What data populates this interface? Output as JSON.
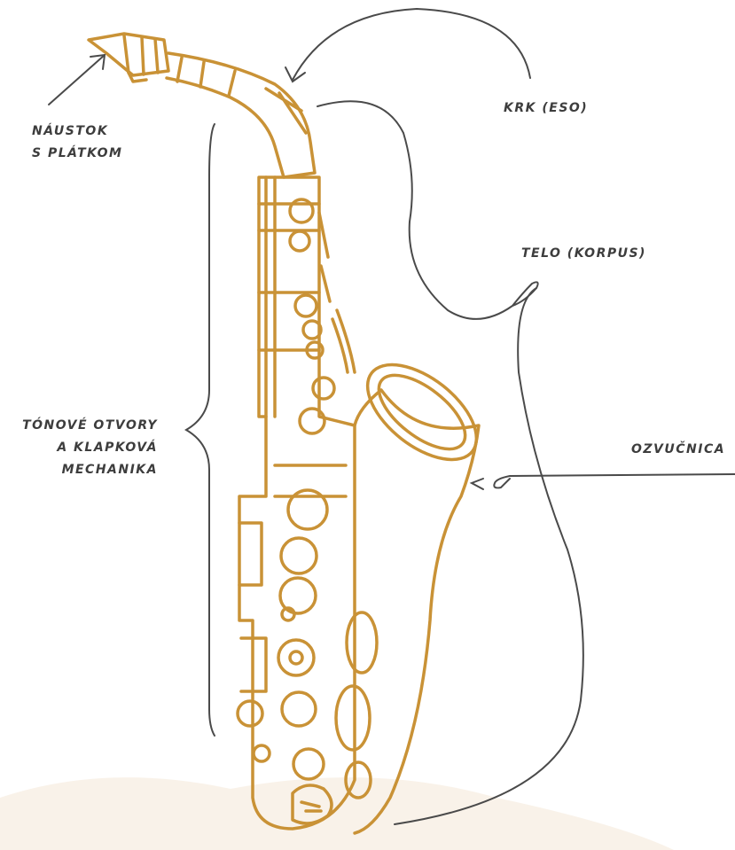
{
  "labels": {
    "mouthpiece": [
      "NÁUSTOK",
      "S PLÁTKOM"
    ],
    "neck": "KRK (ESO)",
    "body": "TELO (KORPUS)",
    "bell": "OZVUČNICA",
    "keys": [
      "TÓNOVÉ OTVORY",
      "A KLAPKOVÁ",
      "MECHANIKA"
    ]
  },
  "colors": {
    "instrument": "#c99236",
    "lines": "#4a4a4a",
    "text": "#3d3d3d",
    "background_blob": "#f6ece0"
  }
}
